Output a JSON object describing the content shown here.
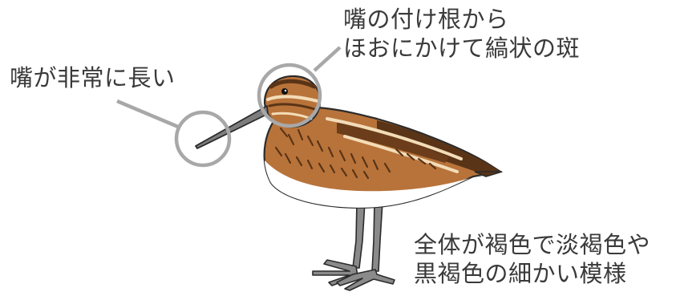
{
  "annotations": {
    "bill": {
      "text": "嘴が非常に長い"
    },
    "face": {
      "line1": "嘴の付け根から",
      "line2": "ほおにかけて縞状の斑"
    },
    "body": {
      "line1": "全体が褐色で淡褐色や",
      "line2": "黒褐色の細かい模様"
    }
  },
  "colors": {
    "callout": "#a8a8a8",
    "outline": "#2b2b2b",
    "plumage_base": "#b8733a",
    "plumage_dark": "#5a3416",
    "plumage_light": "#e8c79a",
    "belly": "#ffffff",
    "legs": "#8a8a8a"
  }
}
